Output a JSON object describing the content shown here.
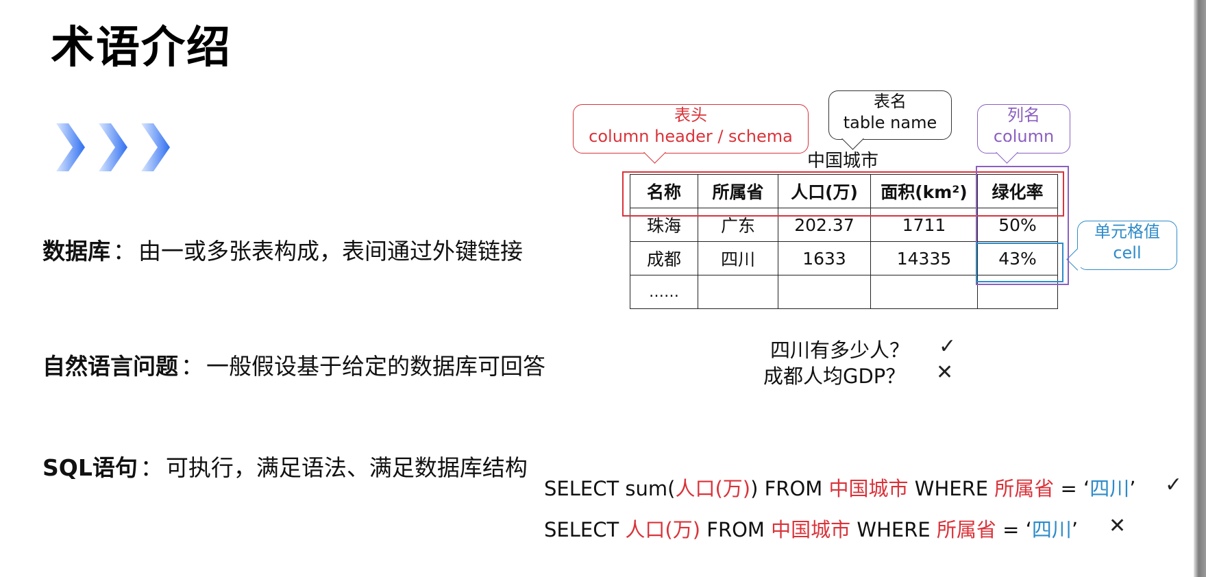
{
  "title": "术语介绍",
  "terms": [
    {
      "label": "数据库",
      "sep": "：",
      "desc": "由一或多张表构成，表间通过外键链接"
    },
    {
      "label": "自然语言问题",
      "sep": "：",
      "desc": "一般假设基于给定的数据库可回答"
    },
    {
      "label": "SQL语句",
      "sep": "：",
      "desc": "可执行，满足语法、满足数据库结构"
    }
  ],
  "callouts": {
    "header": {
      "zh": "表头",
      "en": "column header / schema",
      "color": "#d9333a"
    },
    "table_name": {
      "zh": "表名",
      "en": "table name",
      "color": "#333333"
    },
    "column": {
      "zh": "列名",
      "en": "column",
      "color": "#8a5fc1"
    },
    "cell": {
      "zh": "单元格值",
      "en": "cell",
      "color": "#2e8bc9"
    }
  },
  "table": {
    "caption": "中国城市",
    "headers": [
      "名称",
      "所属省",
      "人口(万)",
      "面积(km²)",
      "绿化率"
    ],
    "rows": [
      [
        "珠海",
        "广东",
        "202.37",
        "1711",
        "50%"
      ],
      [
        "成都",
        "四川",
        "1633",
        "14335",
        "43%"
      ],
      [
        "……",
        "",
        "",
        "",
        ""
      ]
    ]
  },
  "questions": [
    {
      "text": "四川有多少人？",
      "mark": "✓"
    },
    {
      "text": "成都人均GDP？",
      "mark": "✕"
    }
  ],
  "sql": [
    {
      "parts": [
        "SELECT sum(",
        "人口(万)",
        ") FROM ",
        "中国城市",
        " WHERE ",
        "所属省",
        " =  ‘",
        "四川",
        "’"
      ],
      "mark": "✓"
    },
    {
      "parts": [
        "SELECT ",
        "人口(万)",
        " FROM ",
        "中国城市",
        " WHERE ",
        "所属省",
        " =  ‘",
        "四川",
        "’"
      ],
      "mark": "✕"
    }
  ]
}
